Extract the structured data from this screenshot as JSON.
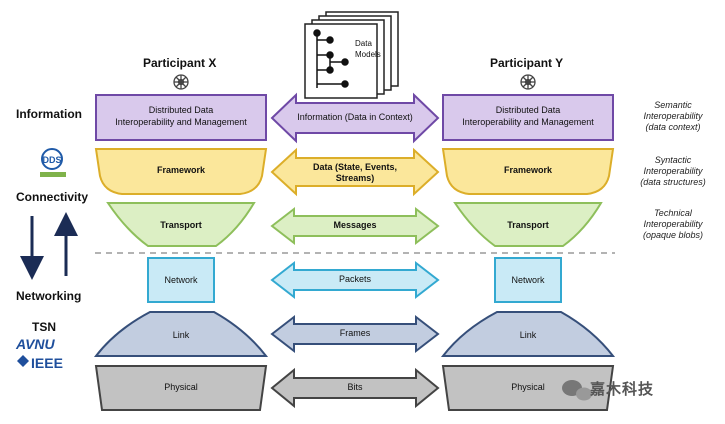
{
  "participants": {
    "x": "Participant X",
    "y": "Participant Y"
  },
  "data_models_label": [
    "Data",
    "Models"
  ],
  "left_labels": {
    "information": "Information",
    "connectivity": "Connectivity",
    "networking": "Networking",
    "tsn": "TSN",
    "dds_logo": "DDS",
    "avnu_logo": "AVNU",
    "ieee_logo": "IEEE"
  },
  "layers": {
    "information": {
      "name": [
        "Distributed Data",
        "Interoperability and Management"
      ],
      "middle": [
        "Information (Data in Context)"
      ],
      "colors": {
        "fill": "#d9c9ec",
        "stroke": "#6f49a6"
      }
    },
    "framework": {
      "name": [
        "Framework"
      ],
      "middle": [
        "Data (State, Events,",
        "Streams)"
      ],
      "colors": {
        "fill": "#fbe79b",
        "stroke": "#dcae29"
      }
    },
    "transport": {
      "name": [
        "Transport"
      ],
      "middle": [
        "Messages"
      ],
      "colors": {
        "fill": "#dcefc4",
        "stroke": "#8ebf5b"
      }
    },
    "network": {
      "name": [
        "Network"
      ],
      "middle": [
        "Packets"
      ],
      "colors": {
        "fill": "#c9eaf6",
        "stroke": "#33a9d1"
      }
    },
    "link": {
      "name": [
        "Link"
      ],
      "middle": [
        "Frames"
      ],
      "colors": {
        "fill": "#c2cde0",
        "stroke": "#364f7a"
      }
    },
    "physical": {
      "name": [
        "Physical"
      ],
      "middle": [
        "Bits"
      ],
      "colors": {
        "fill": "#c2c2c2",
        "stroke": "#444444"
      }
    }
  },
  "right_labels": [
    {
      "lines": [
        "Semantic",
        "Interoperability",
        "(data context)"
      ]
    },
    {
      "lines": [
        "Syntactic",
        "Interoperability",
        "(data structures)"
      ]
    },
    {
      "lines": [
        "Technical",
        "Interoperability",
        "(opaque blobs)"
      ]
    }
  ],
  "watermark": "嘉木科技"
}
